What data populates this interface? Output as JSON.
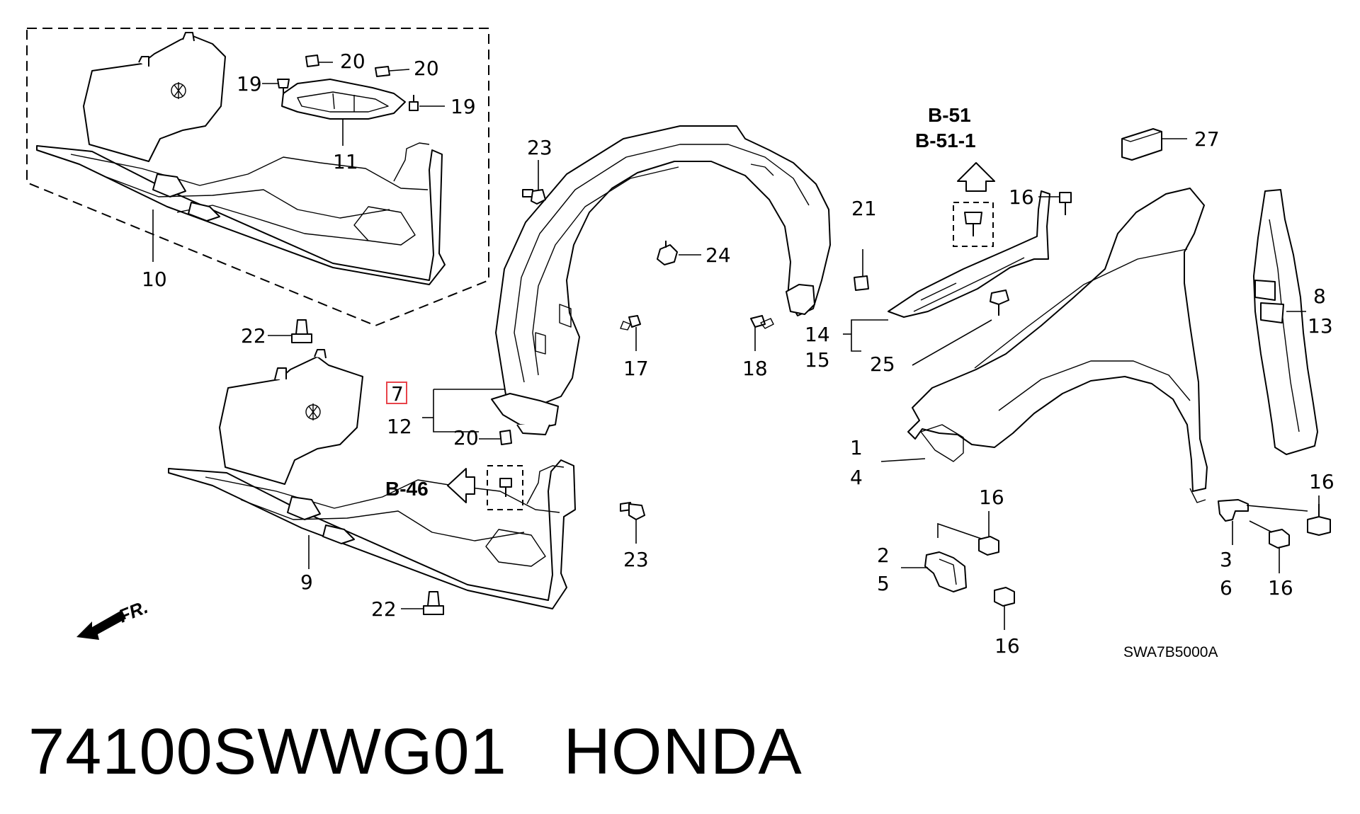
{
  "diagram": {
    "callouts": [
      {
        "id": "20a",
        "text": "20"
      },
      {
        "id": "20b",
        "text": "20"
      },
      {
        "id": "19a",
        "text": "19"
      },
      {
        "id": "19b",
        "text": "19"
      },
      {
        "id": "11",
        "text": "11"
      },
      {
        "id": "10",
        "text": "10"
      },
      {
        "id": "22a",
        "text": "22"
      },
      {
        "id": "23a",
        "text": "23"
      },
      {
        "id": "24",
        "text": "24"
      },
      {
        "id": "17",
        "text": "17"
      },
      {
        "id": "18",
        "text": "18"
      },
      {
        "id": "7",
        "text": "7"
      },
      {
        "id": "12",
        "text": "12"
      },
      {
        "id": "20c",
        "text": "20"
      },
      {
        "id": "9",
        "text": "9"
      },
      {
        "id": "23b",
        "text": "23"
      },
      {
        "id": "22b",
        "text": "22"
      },
      {
        "id": "21",
        "text": "21"
      },
      {
        "id": "14",
        "text": "14"
      },
      {
        "id": "15",
        "text": "15"
      },
      {
        "id": "25",
        "text": "25"
      },
      {
        "id": "16a",
        "text": "16"
      },
      {
        "id": "27",
        "text": "27"
      },
      {
        "id": "8",
        "text": "8"
      },
      {
        "id": "13",
        "text": "13"
      },
      {
        "id": "1",
        "text": "1"
      },
      {
        "id": "4",
        "text": "4"
      },
      {
        "id": "16b",
        "text": "16"
      },
      {
        "id": "2",
        "text": "2"
      },
      {
        "id": "5",
        "text": "5"
      },
      {
        "id": "16c",
        "text": "16"
      },
      {
        "id": "3",
        "text": "3"
      },
      {
        "id": "6",
        "text": "6"
      },
      {
        "id": "16d",
        "text": "16"
      },
      {
        "id": "16e",
        "text": "16"
      }
    ],
    "refs": {
      "b51": "B-51",
      "b511": "B-51-1",
      "b46": "B-46"
    },
    "direction_label": "FR.",
    "diagram_code": "SWA7B5000A"
  },
  "footer": {
    "part_number": "74100SWWG01",
    "brand": "HONDA"
  },
  "colors": {
    "highlight": "#e8434a",
    "line": "#000000",
    "background": "#ffffff"
  }
}
